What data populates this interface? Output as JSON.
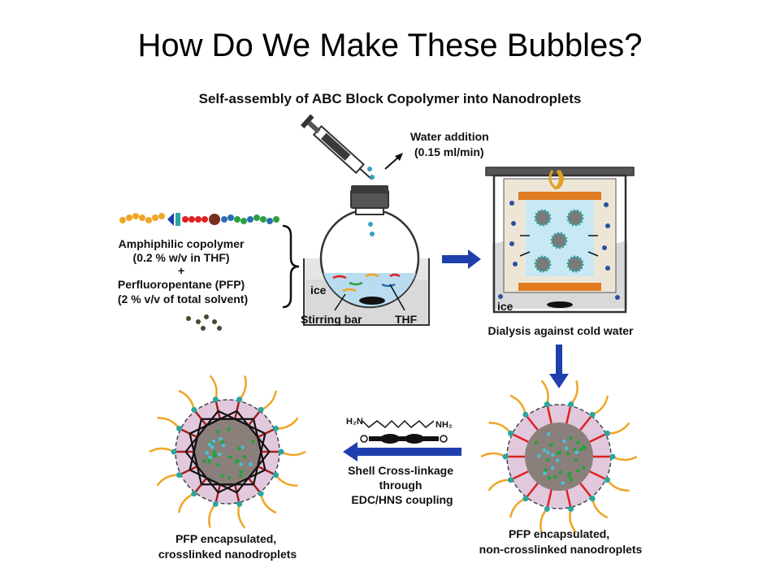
{
  "slide": {
    "title": "How Do We Make These Bubbles?"
  },
  "figure": {
    "heading": "Self-assembly of ABC Block Copolymer into Nanodroplets",
    "water_addition": [
      "Water addition",
      "(0.15 ml/min)"
    ],
    "mixture_labels": [
      "Amphiphilic copolymer",
      "(0.2 % w/v  in THF)",
      "+",
      "Perfluoropentane (PFP)",
      "(2 % v/v of total solvent)"
    ],
    "ice_label_1": "ice",
    "ice_label_2": "ice",
    "stirring_bar": "Stirring bar",
    "thf": "THF",
    "dialysis": "Dialysis against cold water",
    "crosslinker_left_amine": "H₂N",
    "crosslinker_right_amine": "NH₂",
    "crosslinking_step": [
      "Shell Cross-linkage",
      "through",
      "EDC/HNS coupling"
    ],
    "crosslinked_caption": [
      "PFP encapsulated,",
      "crosslinked nanodroplets"
    ],
    "noncrosslinked_caption": [
      "PFP encapsulated,",
      "non-crosslinked nanodroplets"
    ]
  },
  "colors": {
    "arrow_blue": "#1f3fae",
    "droplet_core": "#8a7f7a",
    "droplet_shell": "#e2c8dd",
    "chain_orange": "#f0a526",
    "node_teal": "#2aa6a0",
    "water_blue": "#b9dcf0",
    "dialysis_orange": "#e07b1f"
  }
}
